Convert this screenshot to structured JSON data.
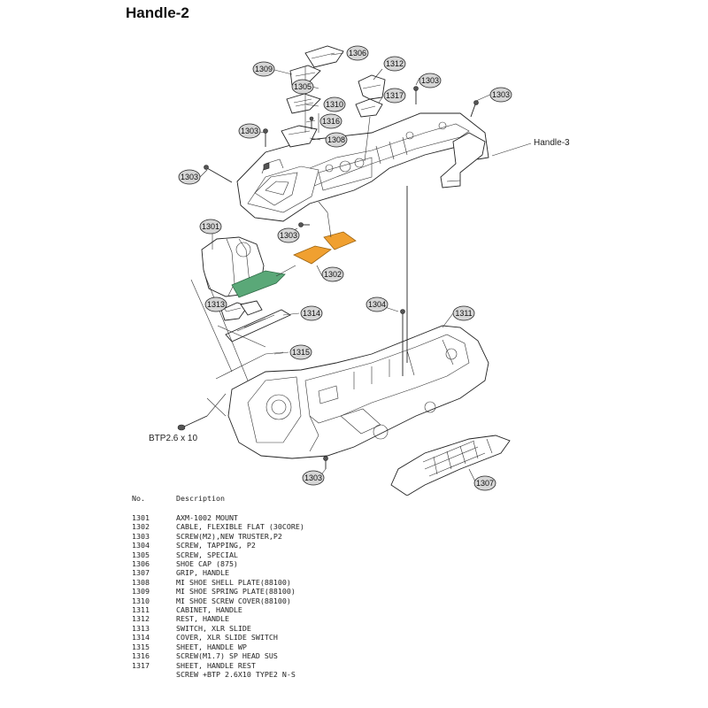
{
  "title": "Handle-2",
  "diagram": {
    "external_labels": {
      "handle3": "Handle-3",
      "screw_size": "BTP2.6 x 10"
    },
    "callouts": [
      "1306",
      "1309",
      "1305",
      "1312",
      "1303",
      "1317",
      "1303",
      "1310",
      "1316",
      "1303",
      "1308",
      "1303",
      "1301",
      "1303",
      "1302",
      "1313",
      "1314",
      "1304",
      "1311",
      "1315",
      "1303",
      "1307"
    ]
  },
  "parts_table": {
    "headers": {
      "no": "No.",
      "description": "Description"
    },
    "rows": [
      {
        "no": "1301",
        "description": "AXM-1002 MOUNT"
      },
      {
        "no": "1302",
        "description": "CABLE, FLEXIBLE FLAT (30CORE)"
      },
      {
        "no": "1303",
        "description": "SCREW(M2),NEW TRUSTER,P2"
      },
      {
        "no": "1304",
        "description": "SCREW, TAPPING, P2"
      },
      {
        "no": "1305",
        "description": "SCREW, SPECIAL"
      },
      {
        "no": "1306",
        "description": "SHOE CAP (875)"
      },
      {
        "no": "1307",
        "description": "GRIP, HANDLE"
      },
      {
        "no": "1308",
        "description": "MI SHOE SHELL PLATE(88100)"
      },
      {
        "no": "1309",
        "description": "MI SHOE SPRING PLATE(88100)"
      },
      {
        "no": "1310",
        "description": "MI SHOE SCREW COVER(88100)"
      },
      {
        "no": "1311",
        "description": "CABINET, HANDLE"
      },
      {
        "no": "1312",
        "description": "REST, HANDLE"
      },
      {
        "no": "1313",
        "description": "SWITCH, XLR SLIDE"
      },
      {
        "no": "1314",
        "description": "COVER, XLR SLIDE SWITCH"
      },
      {
        "no": "1315",
        "description": "SHEET, HANDLE WP"
      },
      {
        "no": "1316",
        "description": "SCREW(M1.7) SP HEAD SUS"
      },
      {
        "no": "1317",
        "description": "SHEET, HANDLE REST"
      },
      {
        "no": "",
        "description": "SCREW +BTP 2.6X10 TYPE2 N-S"
      }
    ]
  }
}
